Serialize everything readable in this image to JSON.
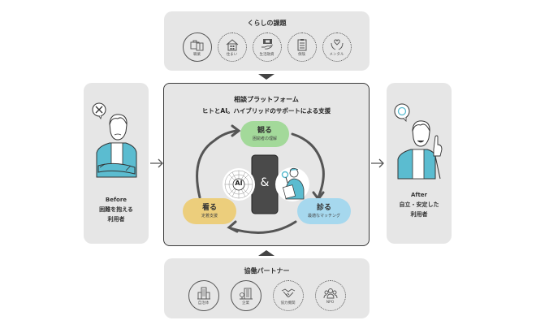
{
  "top_panel": {
    "title": "くらしの課題",
    "items": [
      {
        "label": "職業",
        "icon": "briefcase-shirt-icon",
        "style": "solid"
      },
      {
        "label": "住まい",
        "icon": "house-icon",
        "style": "dotted"
      },
      {
        "label": "生活融資",
        "icon": "money-hand-icon",
        "style": "dotted"
      },
      {
        "label": "保険",
        "icon": "clipboard-checklist-icon",
        "style": "dotted"
      },
      {
        "label": "メンタル",
        "icon": "heart-hands-icon",
        "style": "dotted"
      }
    ]
  },
  "center_panel": {
    "title": "相談プラットフォーム",
    "subtitle": "ヒトとAI。ハイブリッドのサポートによる支援",
    "ampersand": "&",
    "ai_label": "AI",
    "cycle": [
      {
        "title": "観る",
        "caption": "困窮者の理解",
        "color": "#a3d99a"
      },
      {
        "title": "診る",
        "caption": "最適なマッチング",
        "color": "#a6d8ee"
      },
      {
        "title": "看る",
        "caption": "定着支援",
        "color": "#ecce7c"
      }
    ]
  },
  "before_panel": {
    "tag": "Before",
    "line1": "困難を抱える",
    "line2": "利用者",
    "bubble_icon": "cross-bubble-icon"
  },
  "after_panel": {
    "tag": "After",
    "line1": "自立・安定した",
    "line2": "利用者",
    "bubble_icon": "circle-bubble-icon"
  },
  "bottom_panel": {
    "title": "協働パートナー",
    "items": [
      {
        "label": "自治体",
        "icon": "city-hall-icon",
        "style": "solid"
      },
      {
        "label": "企業",
        "icon": "office-building-icon",
        "style": "solid"
      },
      {
        "label": "協力機関",
        "icon": "handshake-icon",
        "style": "dotted"
      },
      {
        "label": "NPO",
        "icon": "group-people-icon",
        "style": "dotted"
      }
    ]
  },
  "colors": {
    "panel_bg": "#e6e6e6",
    "accent_teal": "#5bbcd0",
    "dark": "#3a3a3a"
  }
}
